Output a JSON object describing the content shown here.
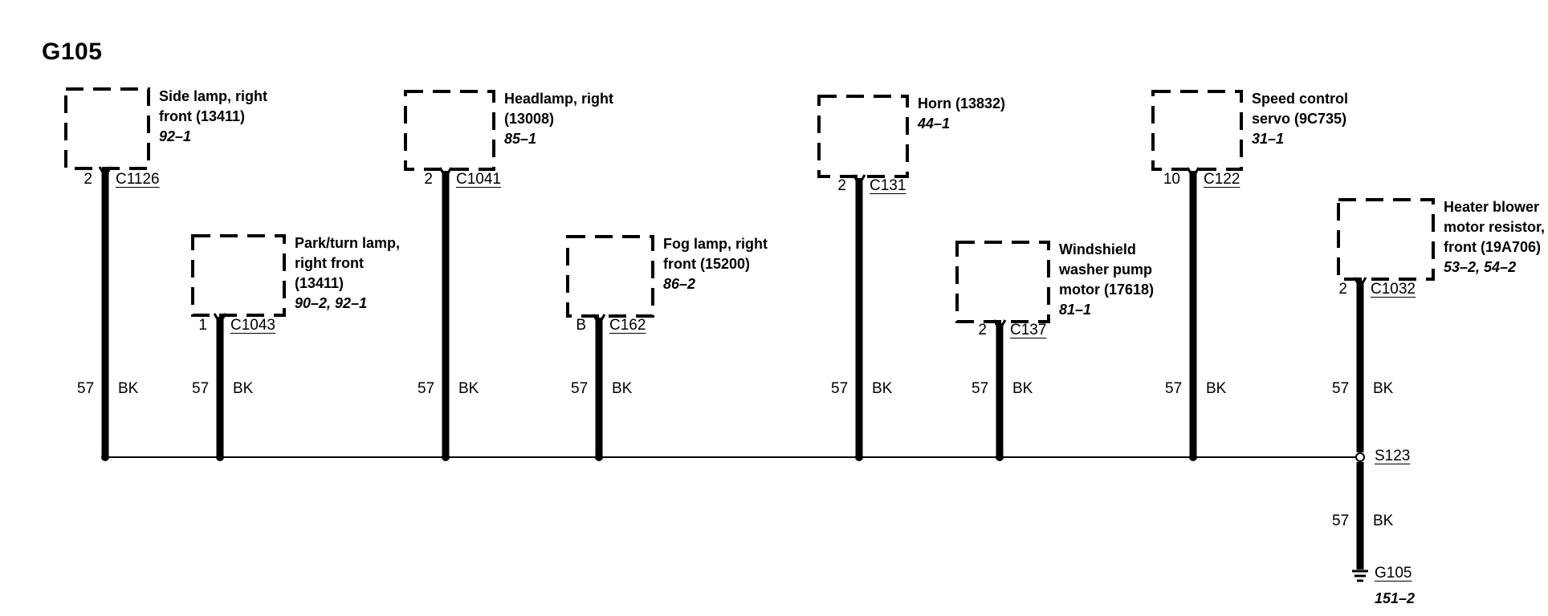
{
  "title": "G105",
  "wire": {
    "circuit": "57",
    "color": "BK"
  },
  "components": [
    {
      "id": "side-lamp",
      "label": [
        "Side lamp, right",
        "front (13411)"
      ],
      "ref": "92–1",
      "connector": "C1126",
      "pin": "2"
    },
    {
      "id": "park-turn-lamp",
      "label": [
        "Park/turn lamp,",
        "right front",
        "(13411)"
      ],
      "ref": "90–2, 92–1",
      "connector": "C1043",
      "pin": "1"
    },
    {
      "id": "headlamp",
      "label": [
        "Headlamp, right",
        "(13008)"
      ],
      "ref": "85–1",
      "connector": "C1041",
      "pin": "2"
    },
    {
      "id": "fog-lamp",
      "label": [
        "Fog lamp, right",
        "front (15200)"
      ],
      "ref": "86–2",
      "connector": "C162",
      "pin": "B"
    },
    {
      "id": "horn",
      "label": [
        "Horn (13832)"
      ],
      "ref": "44–1",
      "connector": "C131",
      "pin": "2"
    },
    {
      "id": "washer-pump",
      "label": [
        "Windshield",
        "washer pump",
        "motor (17618)"
      ],
      "ref": "81–1",
      "connector": "C137",
      "pin": "2"
    },
    {
      "id": "speed-control",
      "label": [
        "Speed control",
        "servo (9C735)"
      ],
      "ref": "31–1",
      "connector": "C122",
      "pin": "10"
    },
    {
      "id": "heater-blower",
      "label": [
        "Heater blower",
        "motor resistor,",
        "front (19A706)"
      ],
      "ref": "53–2, 54–2",
      "connector": "C1032",
      "pin": "2"
    }
  ],
  "splice": "S123",
  "ground": {
    "name": "G105",
    "ref": "151–2"
  }
}
